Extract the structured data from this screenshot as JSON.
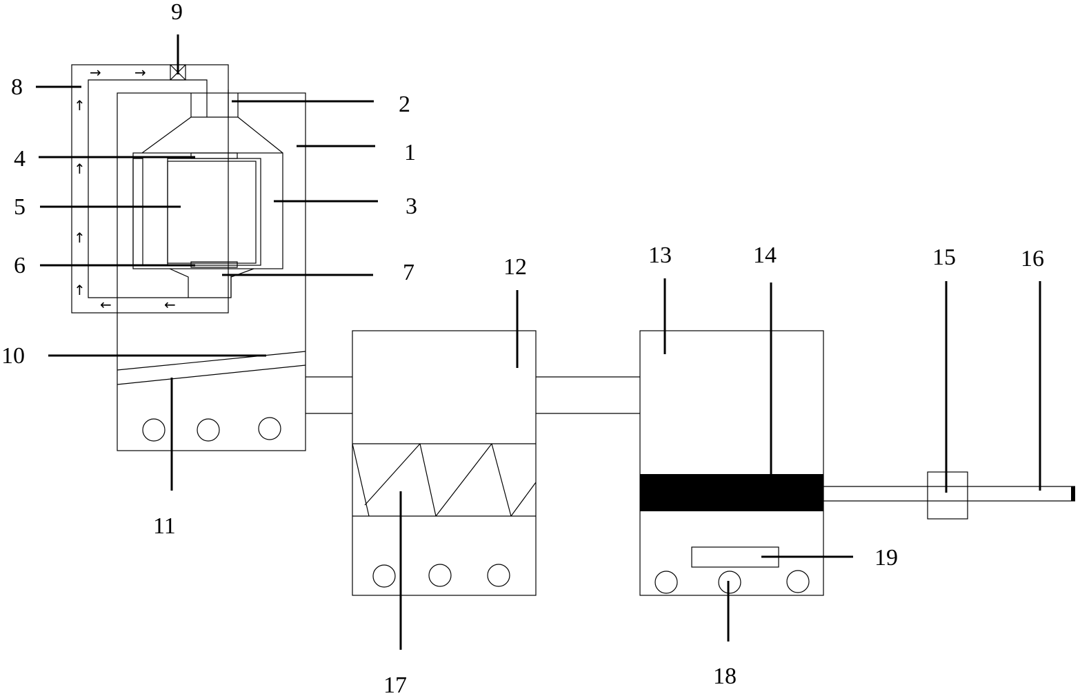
{
  "labels": {
    "l1": "1",
    "l2": "2",
    "l3": "3",
    "l4": "4",
    "l5": "5",
    "l6": "6",
    "l7": "7",
    "l8": "8",
    "l9": "9",
    "l10": "10",
    "l11": "11",
    "l12": "12",
    "l13": "13",
    "l14": "14",
    "l15": "15",
    "l16": "16",
    "l17": "17",
    "l18": "18",
    "l19": "19"
  },
  "arrows": {
    "right": "→",
    "left": "←",
    "up": "↑"
  },
  "colors": {
    "line": "#000000",
    "fill_solid": "#000000",
    "background": "#ffffff"
  }
}
